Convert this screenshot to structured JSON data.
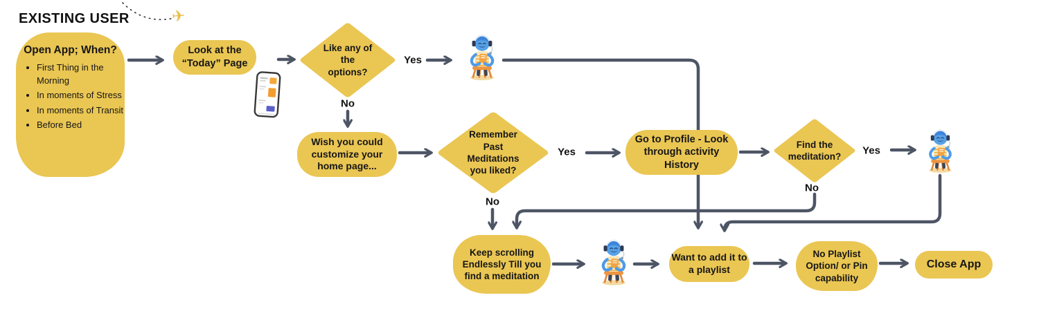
{
  "page": {
    "title": "EXISTING USER"
  },
  "colors": {
    "node_yellow": "#EAC653",
    "arrow": "#4D5565",
    "text": "#161616",
    "plane_yellow": "#E8BE4D"
  },
  "icons": {
    "airplane_glyph": "✈",
    "airplane": "airplane-icon",
    "phone": "today-page-phone-mockup",
    "character": "listening-character-icon"
  },
  "nodes": {
    "open_app": {
      "title": "Open App; When?",
      "bullets": [
        "First Thing in the Morning",
        "In moments of Stress",
        "In moments of Transit",
        "Before Bed"
      ]
    },
    "look_today": {
      "label": "Look at the “Today” Page"
    },
    "like_options": {
      "label": "Like any of the options?"
    },
    "wish_customize": {
      "label": "Wish you could customize your home page..."
    },
    "remember_past": {
      "label": "Remember Past Meditations you liked?"
    },
    "go_profile": {
      "label": "Go to Profile - Look through activity History"
    },
    "find_meditation": {
      "label": "Find the meditation?"
    },
    "keep_scrolling": {
      "label": "Keep scrolling Endlessly Till you find a meditation"
    },
    "want_add": {
      "label": "Want to add it to a playlist"
    },
    "no_playlist": {
      "label": "No Playlist Option/ or Pin capability"
    },
    "close_app": {
      "label": "Close App"
    }
  },
  "edge_labels": {
    "like_yes": "Yes",
    "like_no": "No",
    "remember_yes": "Yes",
    "remember_no": "No",
    "find_yes": "Yes",
    "find_no": "No"
  }
}
